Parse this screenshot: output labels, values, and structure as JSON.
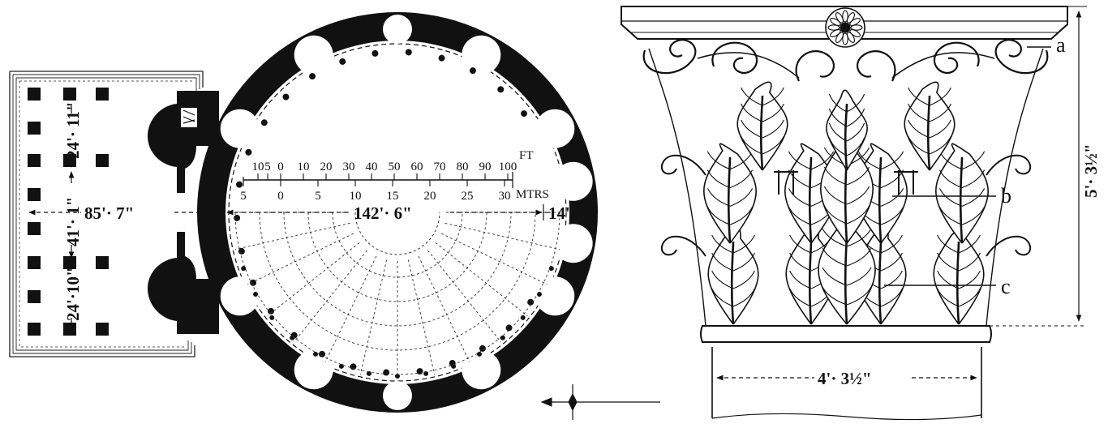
{
  "plan": {
    "dimensions": {
      "portico_depth": "85'· 7\"",
      "rotunda_diameter": "142'· 6\"",
      "wall_thickness": "14'",
      "bay_top": "24'· 11\"",
      "bay_center": "41'· 1\"",
      "bay_bottom": "24'·10\""
    },
    "scale": {
      "feet_unit": "FT",
      "metres_unit": "MTRS",
      "feet_ticks": [
        "10",
        "5",
        "0",
        "10",
        "20",
        "30",
        "40",
        "50",
        "60",
        "70",
        "80",
        "90",
        "100"
      ],
      "metre_ticks": [
        "5",
        "0",
        "5",
        "10",
        "15",
        "20",
        "25",
        "30"
      ]
    }
  },
  "capital": {
    "height": "5'· 3½\"",
    "width": "4'· 3½\"",
    "labels": {
      "a": "a",
      "b": "b",
      "c": "c"
    }
  },
  "colors": {
    "ink": "#111111",
    "paper": "#ffffff"
  }
}
